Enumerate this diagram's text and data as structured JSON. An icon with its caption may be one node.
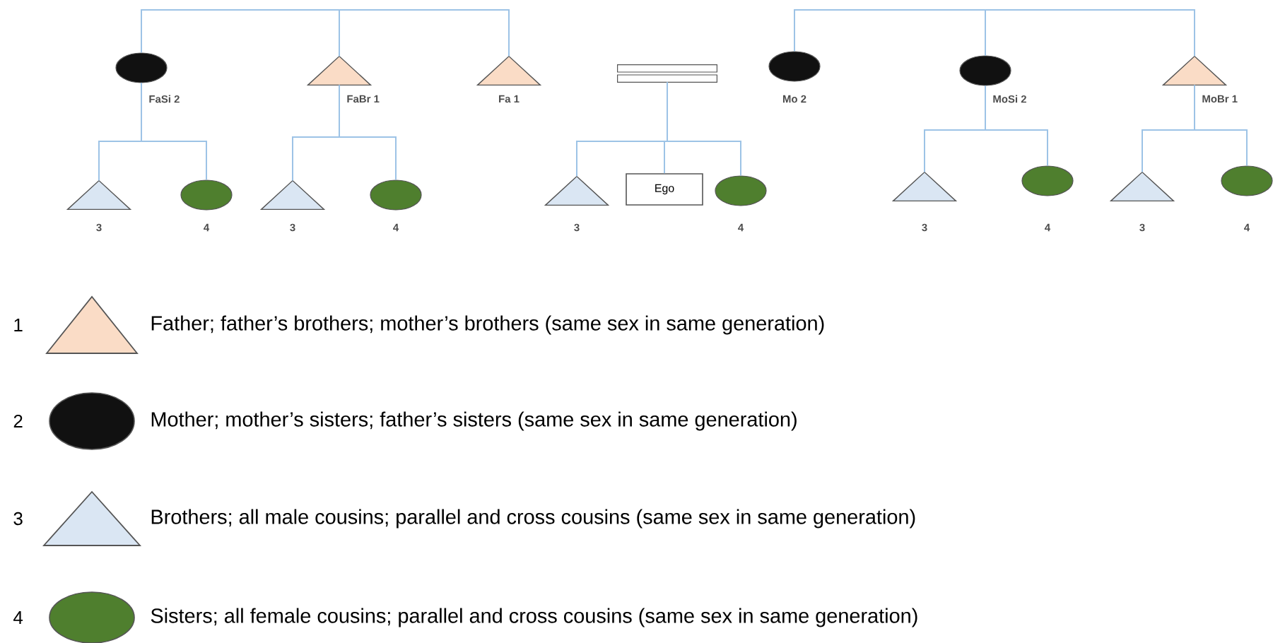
{
  "diagram": {
    "nodes": [
      {
        "text": [],
        "shape": "circle",
        "beside": [
          "FaSi 2"
        ]
      },
      {
        "text": [],
        "shape": "triangle",
        "beside": [
          "FaBr 1"
        ]
      },
      {
        "text": [],
        "shape": "triangle",
        "beside": [
          "Fa 1"
        ]
      },
      {
        "text": [],
        "shape": "bar"
      },
      {
        "text": [],
        "shape": "circle",
        "beside": [
          "Mo 2"
        ]
      },
      {
        "text": [],
        "shape": "circle",
        "beside": [
          "MoSi 2"
        ]
      },
      {
        "text": [],
        "shape": "triangle",
        "beside": [
          "MoBr 1"
        ]
      },
      {
        "text": [],
        "shape": "triangle",
        "beside": [
          "3"
        ]
      },
      {
        "text": [],
        "shape": "circle",
        "beside": [
          "4"
        ]
      },
      {
        "text": [],
        "shape": "triangle",
        "beside": [
          "3"
        ]
      },
      {
        "text": [],
        "shape": "circle",
        "beside": [
          "4"
        ]
      },
      {
        "text": [],
        "shape": "triangle",
        "beside": [
          "3"
        ]
      },
      {
        "text": [
          "Ego"
        ]
      },
      {
        "text": [],
        "shape": "circle",
        "beside": [
          "4"
        ]
      },
      {
        "text": [],
        "shape": "triangle",
        "beside": [
          "3"
        ]
      },
      {
        "text": [],
        "shape": "circle",
        "beside": [
          "4"
        ]
      },
      {
        "text": [],
        "shape": "triangle",
        "beside": [
          "3"
        ]
      },
      {
        "text": [],
        "shape": "circle",
        "beside": [
          "4"
        ]
      }
    ],
    "edges": [
      {
        "from": 1,
        "to": 0,
        "arrow": "none"
      },
      {
        "from": 1,
        "to": 2,
        "arrow": "none"
      },
      {
        "from": 5,
        "to": 4,
        "arrow": "none"
      },
      {
        "from": 5,
        "to": 6,
        "arrow": "none"
      },
      {
        "from": 0,
        "to": 7,
        "arrow": "none"
      },
      {
        "from": 0,
        "to": 8,
        "arrow": "none"
      },
      {
        "from": 1,
        "to": 9,
        "arrow": "none"
      },
      {
        "from": 1,
        "to": 10,
        "arrow": "none"
      },
      {
        "from": 3,
        "to": 11,
        "arrow": "none"
      },
      {
        "from": 3,
        "to": 12,
        "arrow": "none"
      },
      {
        "from": 3,
        "to": 13,
        "arrow": "none"
      },
      {
        "from": 5,
        "to": 14,
        "arrow": "none"
      },
      {
        "from": 5,
        "to": 15,
        "arrow": "none"
      },
      {
        "from": 6,
        "to": 16,
        "arrow": "none"
      },
      {
        "from": 6,
        "to": 17,
        "arrow": "none"
      }
    ],
    "labels": [
      "1",
      "2",
      "3",
      "4"
    ],
    "legend": [
      {
        "text": "Father; father’s brothers; mother’s brothers (same sex in same generation)"
      },
      {
        "text": "Mother; mother’s sisters; father’s sisters (same sex in same generation)"
      },
      {
        "text": "Brothers; all male cousins; parallel and cross cousins (same sex in same generation)"
      },
      {
        "text": "Sisters; all female cousins; parallel and cross cousins (same sex in same generation)"
      }
    ]
  }
}
